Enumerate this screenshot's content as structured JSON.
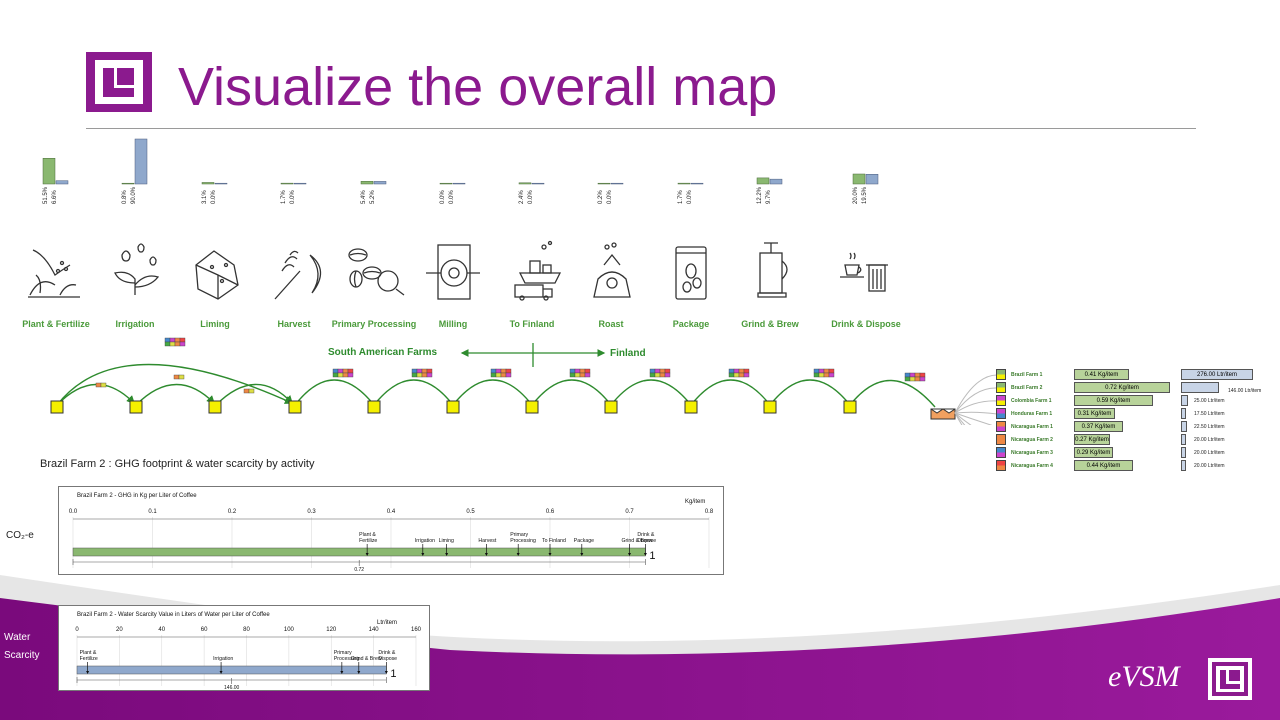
{
  "header": {
    "title": "Visualize the overall map"
  },
  "top_chart": {
    "columns": [
      {
        "green": 51.5,
        "blue": 6.6,
        "labels": [
          "51.5%",
          "6.6%"
        ]
      },
      {
        "green": 0.8,
        "blue": 90.0,
        "labels": [
          "0.8%",
          "90.0%"
        ]
      },
      {
        "green": 3.1,
        "blue": 0.0,
        "labels": [
          "3.1%",
          "0.0%"
        ]
      },
      {
        "green": 1.7,
        "blue": 0.0,
        "labels": [
          "1.7%",
          "0.0%"
        ]
      },
      {
        "green": 5.4,
        "blue": 5.2,
        "labels": [
          "5.4%",
          "5.2%"
        ]
      },
      {
        "green": 0.0,
        "blue": 0.0,
        "labels": [
          "0.0%",
          "0.0%"
        ]
      },
      {
        "green": 2.4,
        "blue": 0.0,
        "labels": [
          "2.4%",
          "0.0%"
        ]
      },
      {
        "green": 0.2,
        "blue": 0.0,
        "labels": [
          "0.2%",
          "0.0%"
        ]
      },
      {
        "green": 1.7,
        "blue": 0.0,
        "labels": [
          "1.7%",
          "0.0%"
        ]
      },
      {
        "green": 12.2,
        "blue": 9.7,
        "labels": [
          "12.2%",
          "9.7%"
        ]
      },
      {
        "green": 20.0,
        "blue": 19.5,
        "labels": [
          "20.0%",
          "19.5%"
        ]
      }
    ]
  },
  "activities": [
    {
      "label": "Plant & Fertilize",
      "icon": "plant-fertilize-icon"
    },
    {
      "label": "Irrigation",
      "icon": "irrigation-icon"
    },
    {
      "label": "Liming",
      "icon": "liming-icon"
    },
    {
      "label": "Harvest",
      "icon": "harvest-icon"
    },
    {
      "label": "Primary Processing",
      "icon": "coffee-beans-icon"
    },
    {
      "label": "Milling",
      "icon": "mill-icon"
    },
    {
      "label": "To Finland",
      "icon": "ship-truck-icon"
    },
    {
      "label": "Roast",
      "icon": "roaster-icon"
    },
    {
      "label": "Package",
      "icon": "coffee-bag-icon"
    },
    {
      "label": "Grind & Brew",
      "icon": "french-press-icon"
    },
    {
      "label": "Drink & Dispose",
      "icon": "cup-bin-icon"
    }
  ],
  "map": {
    "south_american": "South American Farms",
    "finland": "Finland"
  },
  "farms": [
    {
      "name": "Brazil Farm 1",
      "kg": "0.41 Kg/item",
      "kg_val": 0.41,
      "lt": "276.00 Ltr/item",
      "lt_val": 276.0
    },
    {
      "name": "Brazil Farm 2",
      "kg": "0.72 Kg/item",
      "kg_val": 0.72,
      "lt": "146.00 Ltr/item",
      "lt_val": 146.0
    },
    {
      "name": "Colombia Farm 1",
      "kg": "0.59 Kg/item",
      "kg_val": 0.59,
      "lt": "25.00 Ltr/item",
      "lt_val": 25.0
    },
    {
      "name": "Honduras Farm 1",
      "kg": "0.31 Kg/item",
      "kg_val": 0.31,
      "lt": "17.50 Ltr/item",
      "lt_val": 17.5
    },
    {
      "name": "Nicaragua Farm 1",
      "kg": "0.37 Kg/item",
      "kg_val": 0.37,
      "lt": "22.50 Ltr/item",
      "lt_val": 22.5
    },
    {
      "name": "Nicaragua Farm 2",
      "kg": "0.27 Kg/item",
      "kg_val": 0.27,
      "lt": "20.00 Ltr/item",
      "lt_val": 20.0
    },
    {
      "name": "Nicaragua Farm 3",
      "kg": "0.29 Kg/item",
      "kg_val": 0.29,
      "lt": "20.00 Ltr/item",
      "lt_val": 20.0
    },
    {
      "name": "Nicaragua Farm 4",
      "kg": "0.44 Kg/item",
      "kg_val": 0.44,
      "lt": "20.00 Ltr/item",
      "lt_val": 20.0
    }
  ],
  "section_title": "Brazil Farm 2 : GHG footprint & water scarcity by activity",
  "ghg_panel": {
    "side_label": "CO₂-e",
    "title": "Brazil Farm 2 - GHG in Kg per Liter of Coffee",
    "unit": "Kg/item",
    "ticks": [
      "0.0",
      "0.1",
      "0.2",
      "0.3",
      "0.4",
      "0.5",
      "0.6",
      "0.7",
      "0.8"
    ],
    "axis_max": 0.8,
    "total": 0.72,
    "total_label": "0.72",
    "count": "1",
    "markers": [
      {
        "label": "Plant &\nFertilize",
        "value": 0.37
      },
      {
        "label": "Irrigation",
        "value": 0.44
      },
      {
        "label": "Liming",
        "value": 0.47
      },
      {
        "label": "Harvest",
        "value": 0.52
      },
      {
        "label": "Primary\nProcessing",
        "value": 0.56
      },
      {
        "label": "To Finland",
        "value": 0.6
      },
      {
        "label": "Package",
        "value": 0.64
      },
      {
        "label": "Grind & Brew",
        "value": 0.7
      },
      {
        "label": "Drink &\nDispose",
        "value": 0.72
      }
    ]
  },
  "water_panel": {
    "side_label_1": "Water",
    "side_label_2": "Scarcity",
    "title": "Brazil Farm 2 - Water Scarcity Value in Liters of Water per Liter of Coffee",
    "unit": "Ltr/item",
    "ticks": [
      "0",
      "20",
      "40",
      "60",
      "80",
      "100",
      "120",
      "140",
      "160"
    ],
    "axis_max": 160,
    "total": 146.0,
    "total_label": "146.00",
    "count": "1",
    "markers": [
      {
        "label": "Plant &\nFertilize",
        "value": 5
      },
      {
        "label": "Irrigation",
        "value": 68
      },
      {
        "label": "Primary\nProcessing",
        "value": 125
      },
      {
        "label": "Grind & Brew",
        "value": 133
      },
      {
        "label": "Drink &\nDispose",
        "value": 146
      }
    ]
  },
  "footer": {
    "brand": "eVSM"
  },
  "colors": {
    "accent": "#8b1a8e",
    "green": "#8ab870",
    "blue": "#8fa8cc",
    "flow": "#2e8b2e"
  }
}
